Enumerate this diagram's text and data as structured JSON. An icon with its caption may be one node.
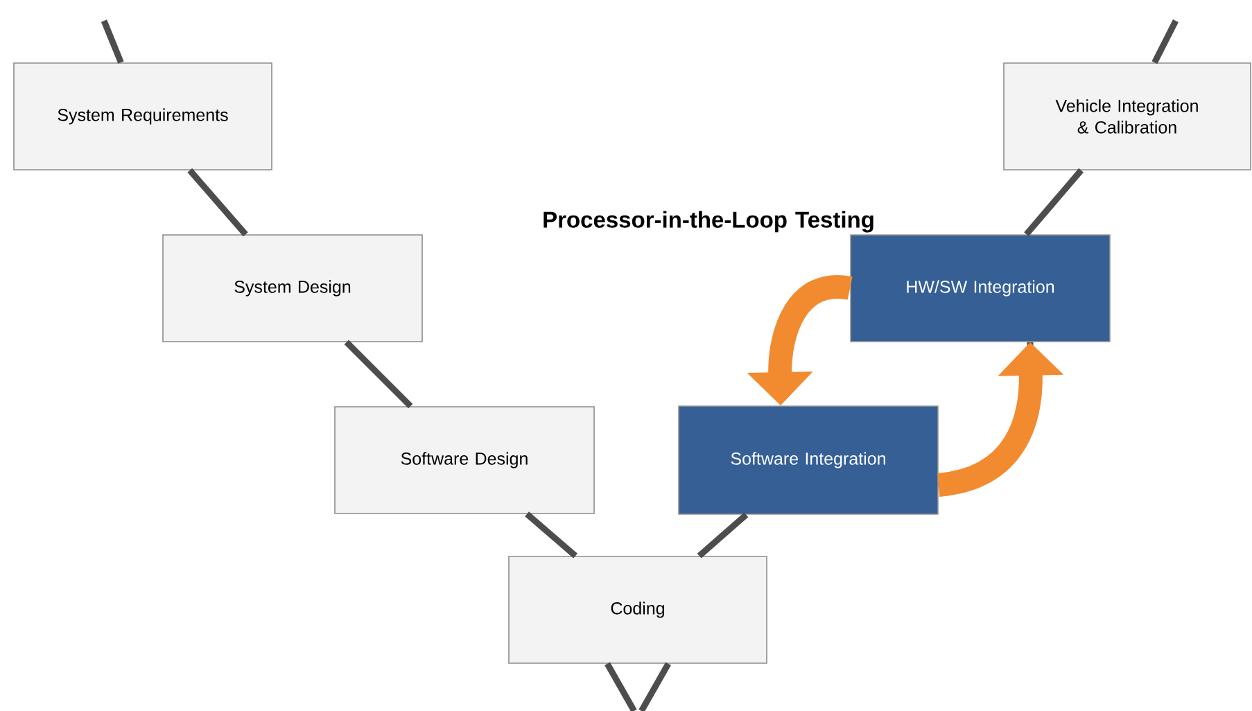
{
  "diagram": {
    "title": "Processor-in-the-Loop Testing",
    "nodes": [
      {
        "text": [
          "System Requirements"
        ]
      },
      {
        "text": [
          "System Design"
        ]
      },
      {
        "text": [
          "Software Design"
        ]
      },
      {
        "text": [
          "Coding"
        ]
      },
      {
        "text": [
          "Software Integration"
        ]
      },
      {
        "text": [
          "HW/SW Integration"
        ]
      },
      {
        "text": [
          "Vehicle Integration & Calibration"
        ]
      }
    ],
    "edges": [
      {
        "from": null,
        "to": 0,
        "arrow": "none"
      },
      {
        "from": 0,
        "to": 1,
        "arrow": "none"
      },
      {
        "from": 1,
        "to": 2,
        "arrow": "none"
      },
      {
        "from": 2,
        "to": 3,
        "arrow": "none"
      },
      {
        "from": 3,
        "to": null,
        "arrow": "none"
      },
      {
        "from": 3,
        "to": null,
        "arrow": "none"
      },
      {
        "from": 3,
        "to": 4,
        "arrow": "none"
      },
      {
        "from": 4,
        "to": 5,
        "arrow": "none"
      },
      {
        "from": 5,
        "to": 6,
        "arrow": "none"
      },
      {
        "from": 6,
        "to": null,
        "arrow": "none"
      },
      {
        "from": 5,
        "to": 4,
        "arrow": "to",
        "style": "thick",
        "color": "#f28a30"
      },
      {
        "from": 4,
        "to": 5,
        "arrow": "to",
        "style": "thick",
        "color": "#f28a30"
      }
    ]
  }
}
